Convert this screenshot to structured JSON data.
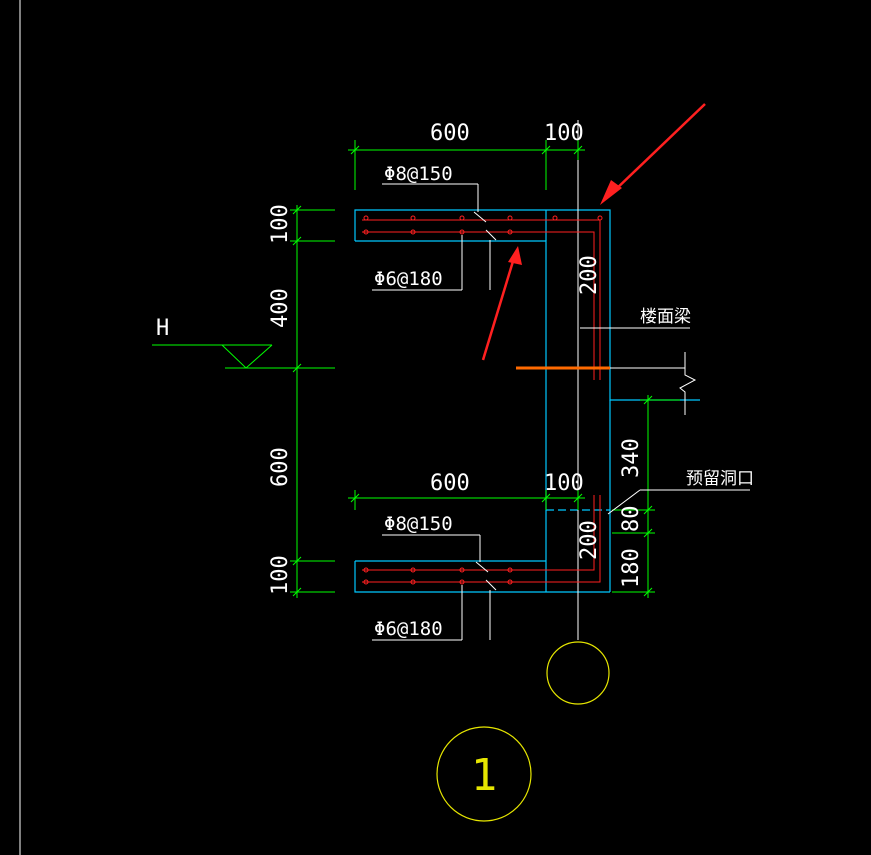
{
  "dims": {
    "top_600": "600",
    "top_100": "100",
    "bot_600": "600",
    "bot_100": "100",
    "left_100_top": "100",
    "left_400": "400",
    "left_600": "600",
    "left_100_bot": "100",
    "right_200_top": "200",
    "right_200_bot": "200",
    "right_340": "340",
    "right_80": "80",
    "right_180": "180"
  },
  "rebar": {
    "top_phi8": "Φ8@150",
    "top_phi6": "Φ6@180",
    "bot_phi8": "Φ8@150",
    "bot_phi6": "Φ6@180"
  },
  "labels": {
    "level": "H",
    "floor_beam": "楼面梁",
    "reserved_opening": "预留洞口",
    "axis_number": "1"
  },
  "colors": {
    "background": "#000000",
    "dimension": "#00ff00",
    "outline": "#00c8ff",
    "rebar": "#ff2020",
    "arrow": "#ff2020",
    "beam_mark": "#ff6a00",
    "axis_circle": "#e6e600"
  }
}
